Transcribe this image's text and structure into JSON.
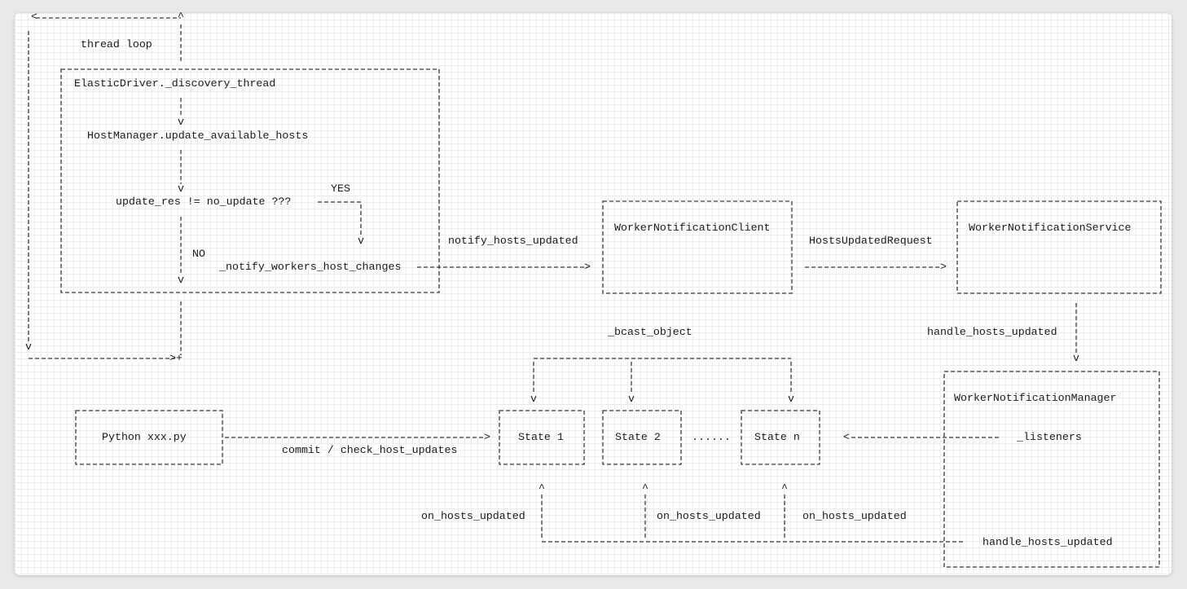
{
  "labels": {
    "thread_loop": "thread loop",
    "discovery_thread": "ElasticDriver._discovery_thread",
    "update_hosts": "HostManager.update_available_hosts",
    "condition": "update_res != no_update ???",
    "yes": "YES",
    "no": "NO",
    "notify_workers": "_notify_workers_host_changes",
    "notify_hosts_updated": "notify_hosts_updated",
    "notification_client": "WorkerNotificationClient",
    "hosts_updated_request": "HostsUpdatedRequest",
    "notification_service": "WorkerNotificationService",
    "handle_hosts_updated_top": "handle_hosts_updated",
    "bcast_object": "_bcast_object",
    "notification_manager": "WorkerNotificationManager",
    "listeners": "_listeners",
    "python_script": "Python xxx.py",
    "commit_check": "commit / check_host_updates",
    "state1": "State 1",
    "state2": "State 2",
    "state_n": "State n",
    "ellipsis": "......",
    "on_hosts_updated_1": "on_hosts_updated",
    "on_hosts_updated_2": "on_hosts_updated",
    "on_hosts_updated_3": "on_hosts_updated",
    "handle_hosts_updated_bottom": "handle_hosts_updated"
  },
  "colors": {
    "canvas": "#ffffff",
    "grid": "#ececec",
    "line": "#3a3a3a",
    "text": "#1a1a1a",
    "page_background": "#e9e9e9"
  }
}
